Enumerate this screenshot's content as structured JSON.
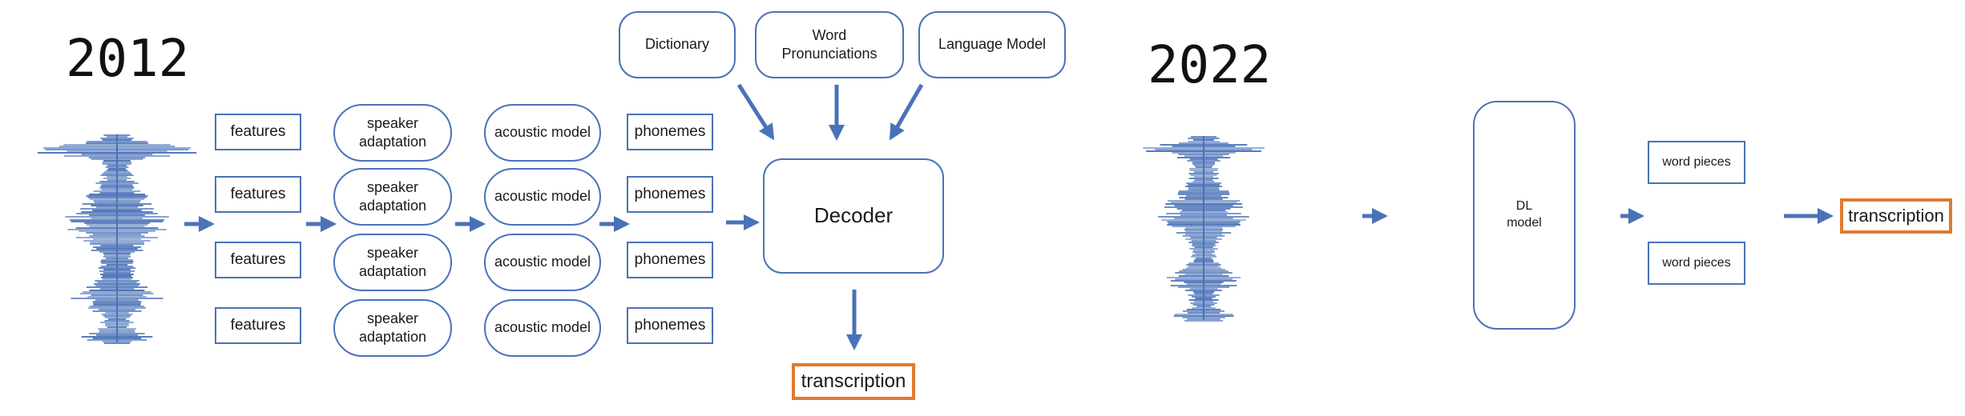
{
  "colors": {
    "accent": "#4a72b8",
    "highlight": "#e07a2f",
    "text": "#1a1a1a"
  },
  "left": {
    "year": "2012",
    "pipeline_rows": [
      {
        "features": "features",
        "adaptation": "speaker\nadaptation",
        "acoustic": "acoustic model",
        "phonemes": "phonemes"
      },
      {
        "features": "features",
        "adaptation": "speaker\nadaptation",
        "acoustic": "acoustic model",
        "phonemes": "phonemes"
      },
      {
        "features": "features",
        "adaptation": "speaker\nadaptation",
        "acoustic": "acoustic model",
        "phonemes": "phonemes"
      },
      {
        "features": "features",
        "adaptation": "speaker\nadaptation",
        "acoustic": "acoustic model",
        "phonemes": "phonemes"
      }
    ],
    "resources": [
      "Dictionary",
      "Word\nPronunciations",
      "Language Model"
    ],
    "decoder": "Decoder",
    "output": "transcription"
  },
  "right": {
    "year": "2022",
    "model": "DL\nmodel",
    "word_pieces": [
      "word pieces",
      "word pieces"
    ],
    "output": "transcription"
  }
}
